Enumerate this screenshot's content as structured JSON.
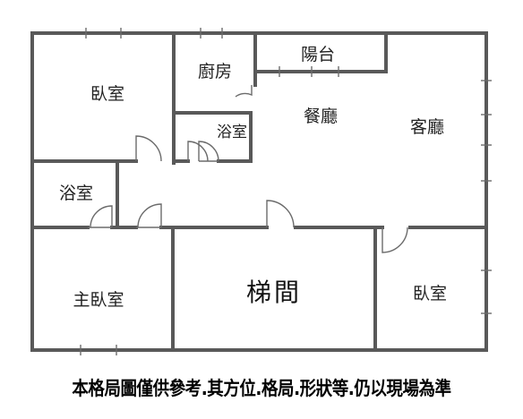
{
  "rooms": {
    "bedroom_top_left": "臥室",
    "kitchen": "廚房",
    "balcony": "陽台",
    "dining": "餐廳",
    "living": "客廳",
    "bath_small_center": "浴室",
    "bath_left": "浴室",
    "master_bedroom": "主臥室",
    "stairwell": "梯間",
    "bedroom_bottom_right": "臥室"
  },
  "disclaimer": "本格局圖僅供參考.其方位.格局.形狀等.仍以現場為準",
  "colors": {
    "wall": "#595959",
    "door": "#6b6b6b",
    "text": "#222222"
  }
}
